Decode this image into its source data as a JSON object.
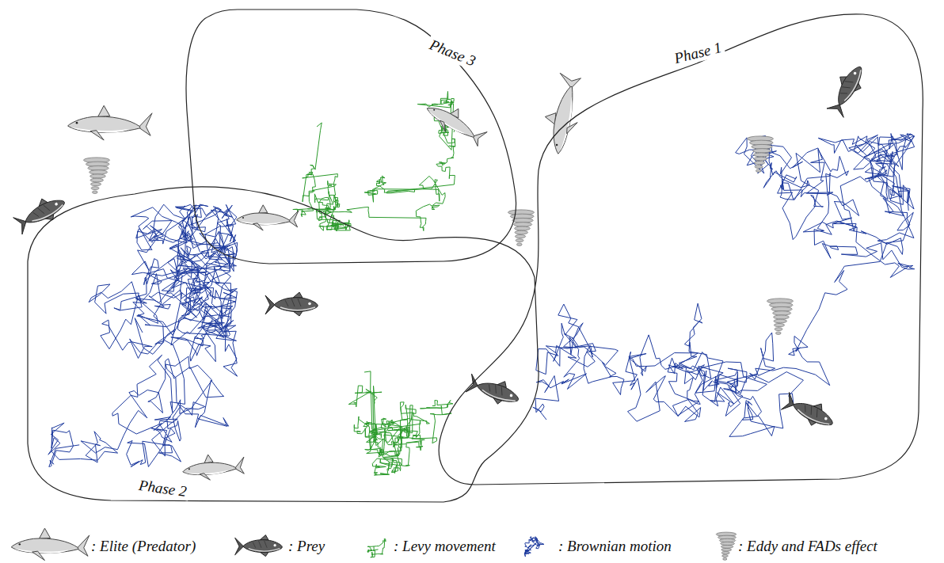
{
  "diagram": {
    "nodes": [
      {
        "text": [
          "Phase 1"
        ]
      },
      {
        "text": [
          "Phase 2"
        ]
      },
      {
        "text": [
          "Phase 3"
        ]
      }
    ],
    "legend": [
      {
        "text": ": Elite (Predator)"
      },
      {
        "text": ": Prey"
      },
      {
        "text": ": Levy movement"
      },
      {
        "text": ": Brownian motion"
      },
      {
        "text": ": Eddy and FADs effect"
      }
    ]
  }
}
